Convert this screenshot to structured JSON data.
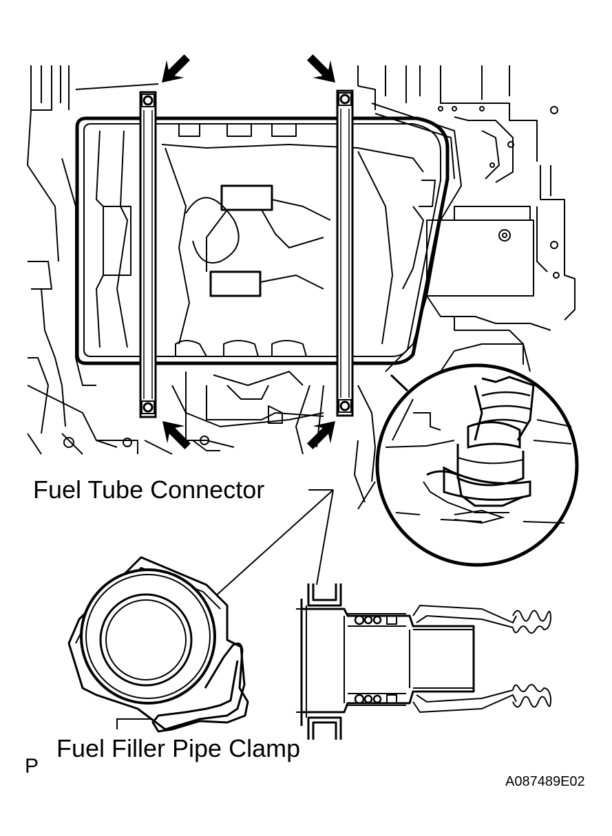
{
  "labels": {
    "fuel_tube_connector": "Fuel Tube Connector",
    "fuel_filler_pipe_clamp": "Fuel Filler Pipe Clamp",
    "view_marker": "P",
    "figure_id": "A087489E02"
  },
  "colors": {
    "line": "#000000",
    "background": "#ffffff"
  },
  "callouts": [
    {
      "icon": "arrow-icon",
      "points_to": "tank-band-bolt-top-left"
    },
    {
      "icon": "arrow-icon",
      "points_to": "tank-band-bolt-top-right"
    },
    {
      "icon": "arrow-icon",
      "points_to": "tank-band-bolt-bottom-left"
    },
    {
      "icon": "arrow-icon",
      "points_to": "tank-band-bolt-bottom-right"
    },
    {
      "icon": "arrow-icon",
      "points_to": "filler-pipe-clamp-detail"
    }
  ]
}
